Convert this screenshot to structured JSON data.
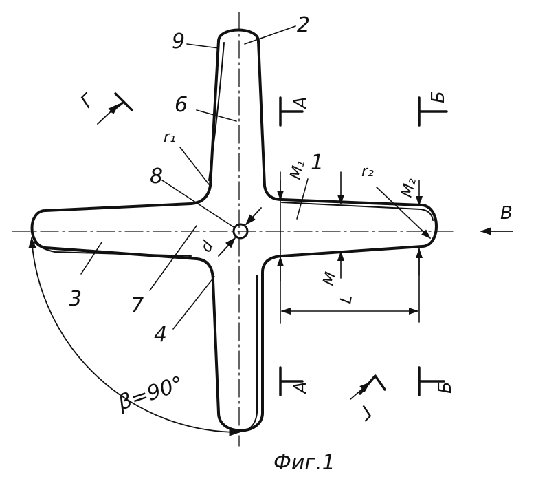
{
  "figure": {
    "caption": "Фиг.1",
    "labels": {
      "n1": "1",
      "n2": "2",
      "n3": "3",
      "n4": "4",
      "n6": "6",
      "n7": "7",
      "n8": "8",
      "n9": "9"
    },
    "sections": {
      "a": "А",
      "b": "Б",
      "v": "В",
      "g": "Г"
    },
    "dims": {
      "r1": "r₁",
      "r2": "r₂",
      "m": "M",
      "m1": "M₁",
      "m2": "M₂",
      "d": "d",
      "l": "L",
      "beta": "β=90°"
    }
  }
}
